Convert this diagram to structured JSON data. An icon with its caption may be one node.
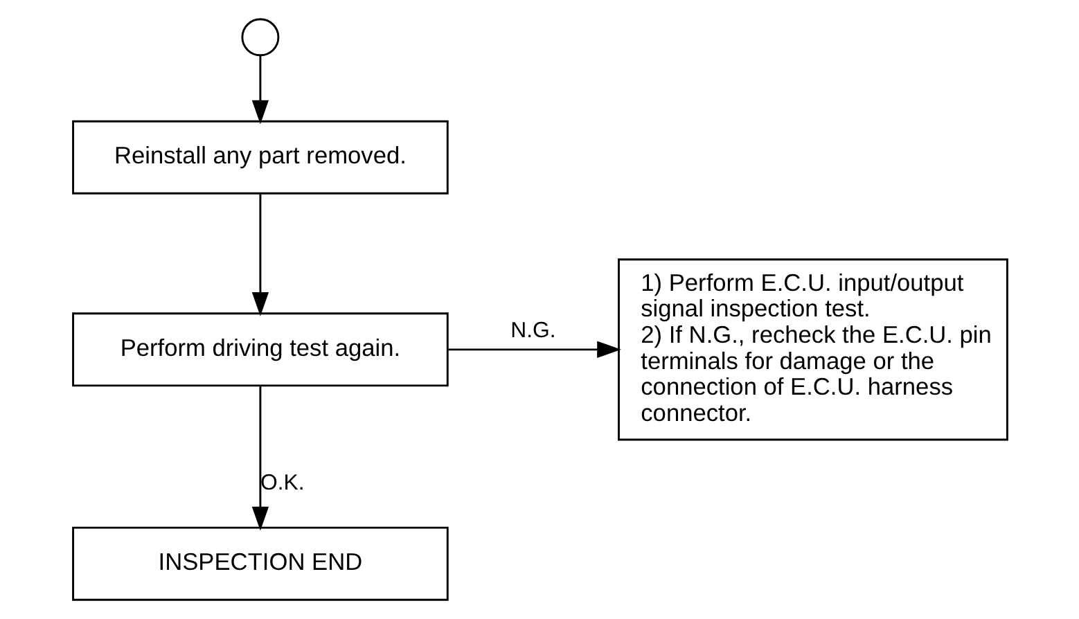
{
  "diagram": {
    "nodes": [
      {
        "text": [],
        "shape": "circle"
      },
      {
        "text": [
          "Reinstall any part removed."
        ]
      },
      {
        "text": [
          "Perform driving test again."
        ]
      },
      {
        "text": [
          "1) Perform E.C.U. input/output signal inspection test.",
          "2) If N.G., recheck the E.C.U. pin terminals for damage or the connection of E.C.U. harness connector."
        ]
      },
      {
        "text": [
          "INSPECTION END"
        ]
      }
    ],
    "edges": [
      {
        "from": 0,
        "to": 1,
        "arrow": "to"
      },
      {
        "from": 1,
        "to": 2,
        "arrow": "to"
      },
      {
        "from": 2,
        "to": 3,
        "arrow": "to",
        "label": "N.G."
      },
      {
        "from": 2,
        "to": 4,
        "arrow": "to",
        "label": "O.K."
      }
    ]
  }
}
